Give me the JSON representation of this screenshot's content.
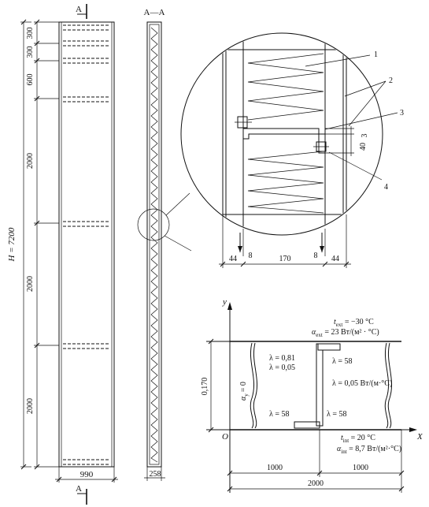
{
  "left_view": {
    "section_mark": "A",
    "height_total": "H = 7200",
    "dims": [
      "300",
      "300",
      "600",
      "2000",
      "2000",
      "2000"
    ],
    "width": "990"
  },
  "section_view": {
    "title": "A—A",
    "width": "258"
  },
  "detail": {
    "callouts": [
      "1",
      "2",
      "3",
      "4"
    ],
    "dim_small_a": "3",
    "dim_small_b": "40",
    "dims_bottom": [
      "44",
      "8",
      "170",
      "8",
      "44"
    ]
  },
  "calc_scheme": {
    "axis_y": "y",
    "axis_x": "X",
    "origin": "O",
    "t_ext": "t",
    "t_ext_sub": "ext",
    "t_ext_val": " = −30 °C",
    "alpha_ext": "α",
    "alpha_ext_sub": "ext",
    "alpha_ext_val": " = 23 Вт/(м² · °С)",
    "t_int": "t",
    "t_int_sub": "int",
    "t_int_val": " = 20 °C",
    "alpha_int": "α",
    "alpha_int_sub": "int",
    "alpha_int_val": " = 8,7 Вт/(м²·°С)",
    "lambda_081": "λ = 0,81",
    "lambda_005a": "λ = 0,05",
    "lambda_58_top": "λ = 58",
    "lambda_005_mid": "λ = 0,05 Вт/(м·°С)",
    "lambda_58_left": "λ = 58",
    "lambda_58_right": "λ = 58",
    "alpha_y_lhs": "α",
    "alpha_y_sub": "y",
    "alpha_y_rhs": "= 0",
    "dim_height": "0,170",
    "dims_x": [
      "1000",
      "1000",
      "2000"
    ]
  }
}
